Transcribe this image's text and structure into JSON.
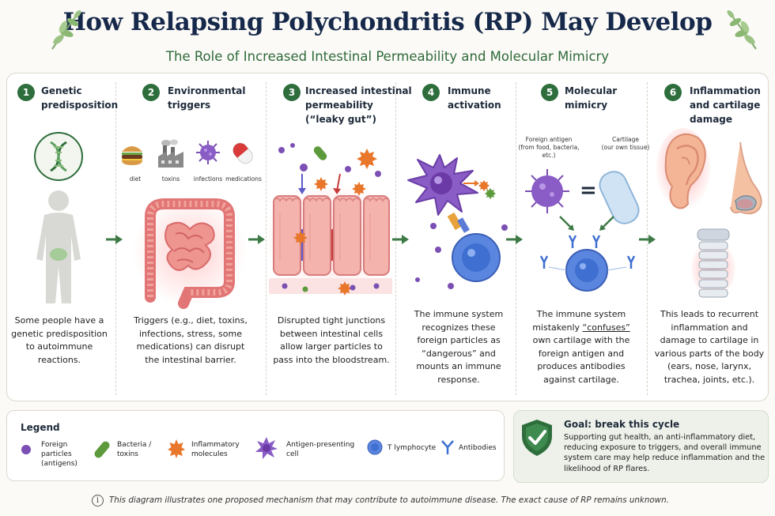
{
  "header": {
    "title": "How Relapsing Polychondritis (RP) May Develop",
    "subtitle": "The Role of Increased Intestinal Permeability and Molecular Mimicry"
  },
  "steps": [
    {
      "num": "1",
      "title_l1": "Genetic",
      "title_l2": "predisposition",
      "title_l3": "",
      "desc": "Some people have a genetic predisposition to autoimmune reactions."
    },
    {
      "num": "2",
      "title_l1": "Environmental",
      "title_l2": "triggers",
      "title_l3": "",
      "desc": "Triggers (e.g., diet, toxins, infections, stress, some medications) can disrupt the intestinal barrier."
    },
    {
      "num": "3",
      "title_l1": "Increased intestinal",
      "title_l2": "permeability",
      "title_l3": "(“leaky gut”)",
      "desc": "Disrupted tight junctions between intestinal cells allow larger particles to pass into the bloodstream."
    },
    {
      "num": "4",
      "title_l1": "Immune",
      "title_l2": "activation",
      "title_l3": "",
      "desc": "The immune system recognizes these foreign particles as “dangerous” and mounts an immune response."
    },
    {
      "num": "5",
      "title_l1": "Molecular",
      "title_l2": "mimicry",
      "title_l3": "",
      "desc_pre": "The immune system mistakenly ",
      "desc_em": "“confuses”",
      "desc_post": " own cartilage with the foreign antigen and produces antibodies against cartilage."
    },
    {
      "num": "6",
      "title_l1": "Inflammation",
      "title_l2": "and cartilage",
      "title_l3": "damage",
      "desc": "This leads to recurrent inflammation and damage to cartilage in various parts of the body (ears, nose, larynx, trachea, joints, etc.)."
    }
  ],
  "triggers": [
    "diet",
    "toxins",
    "infections",
    "medications"
  ],
  "mimicry": {
    "antigen_label_l1": "Foreign antigen",
    "antigen_label_l2": "(from food, bacteria,",
    "antigen_label_l3": "etc.)",
    "cartilage_label_l1": "Cartilage",
    "cartilage_label_l2": "(our own tissue)",
    "equals": "="
  },
  "legend": {
    "title": "Legend",
    "items": [
      {
        "l1": "Foreign",
        "l2": "particles",
        "l3": "(antigens)"
      },
      {
        "l1": "Bacteria /",
        "l2": "toxins",
        "l3": ""
      },
      {
        "l1": "Inflammatory",
        "l2": "molecules",
        "l3": ""
      },
      {
        "l1": "Antigen-presenting",
        "l2": "cell",
        "l3": ""
      },
      {
        "l1": "T lymphocyte",
        "l2": "",
        "l3": ""
      },
      {
        "l1": "Antibodies",
        "l2": "",
        "l3": ""
      }
    ]
  },
  "goal": {
    "title": "Goal: break this cycle",
    "text": "Supporting gut health, an anti-inflammatory diet, reducing exposure to triggers, and overall immune system care may help reduce inflammation and the likelihood of RP flares."
  },
  "footer": {
    "info_glyph": "i",
    "text": "This diagram illustrates one proposed mechanism that may contribute to autoimmune disease. The exact cause of RP remains unknown."
  },
  "colors": {
    "primary_green": "#2e6e3c",
    "title_navy": "#17294a",
    "antigen_purple": "#7b4fb3",
    "tcell_blue": "#3f6fd0",
    "inflam_orange": "#e8762b",
    "gut_pink": "#e98b8b"
  }
}
